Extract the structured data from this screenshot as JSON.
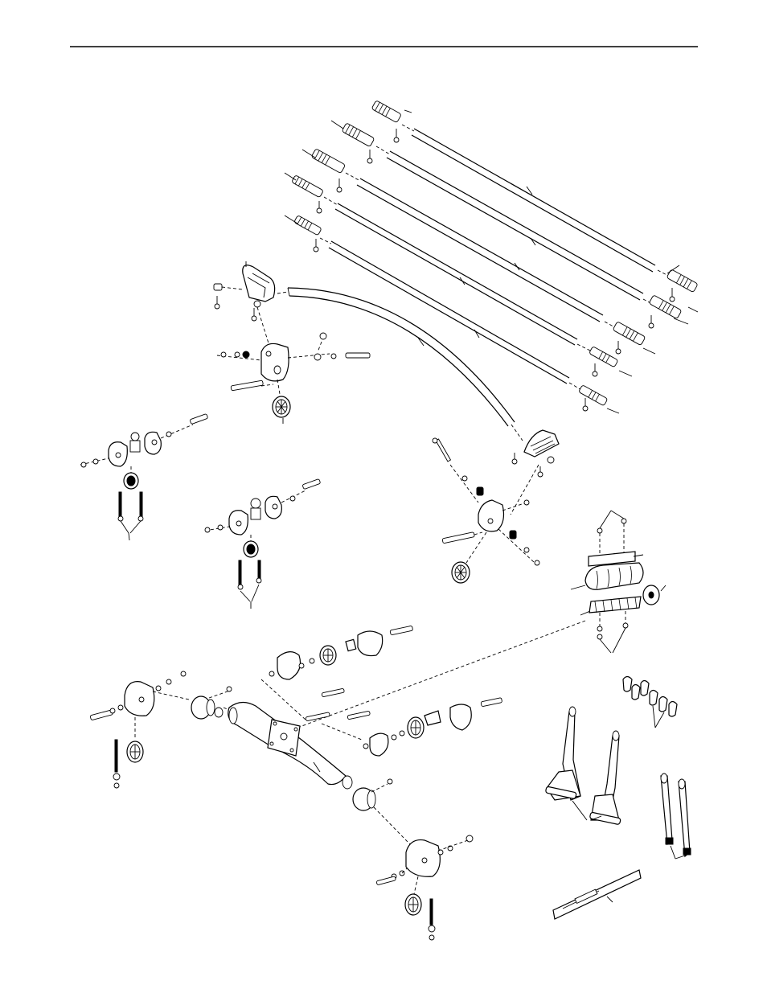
{
  "page": {
    "background": "#ffffff",
    "ink": "#000000"
  },
  "drawing": {
    "type": "exploded-parts-view",
    "has_text_labels": false,
    "parts": [
      "header-rule",
      "cable-rod-1",
      "cable-rod-2",
      "cable-rod-3",
      "cable-rod-4",
      "cable-rod-5",
      "curved-rod",
      "upper-left-pulley-bracket",
      "upper-pulley-assembly",
      "left-pulley-assembly-a",
      "left-pulley-assembly-b",
      "right-pulley-bracket-assembly",
      "rod-holder-bracket",
      "center-pulley-stack",
      "lower-left-pulley-assembly",
      "curved-tube-with-plate",
      "lower-right-pulley-assembly",
      "handle-straps",
      "clips",
      "ankle-straps",
      "long-strap"
    ]
  }
}
